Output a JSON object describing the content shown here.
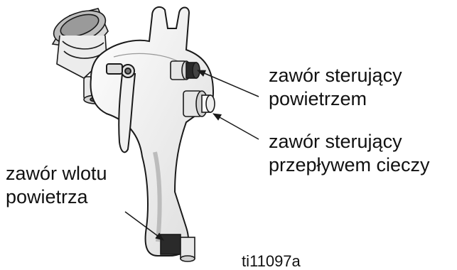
{
  "labels": {
    "air_valve": [
      "zawór sterujący",
      "powietrzem"
    ],
    "fluid_valve": [
      "zawór sterujący",
      "przepływem cieczy"
    ],
    "air_inlet_valve": [
      "zawór wlotu",
      "powietrza"
    ]
  },
  "figure_id": "ti11097a",
  "colors": {
    "outline": "#1a1a1a",
    "body_fill": "#f4f4f4",
    "shade": "#c8c8c8",
    "dark_part": "#2a2a2a",
    "text": "#111111"
  }
}
